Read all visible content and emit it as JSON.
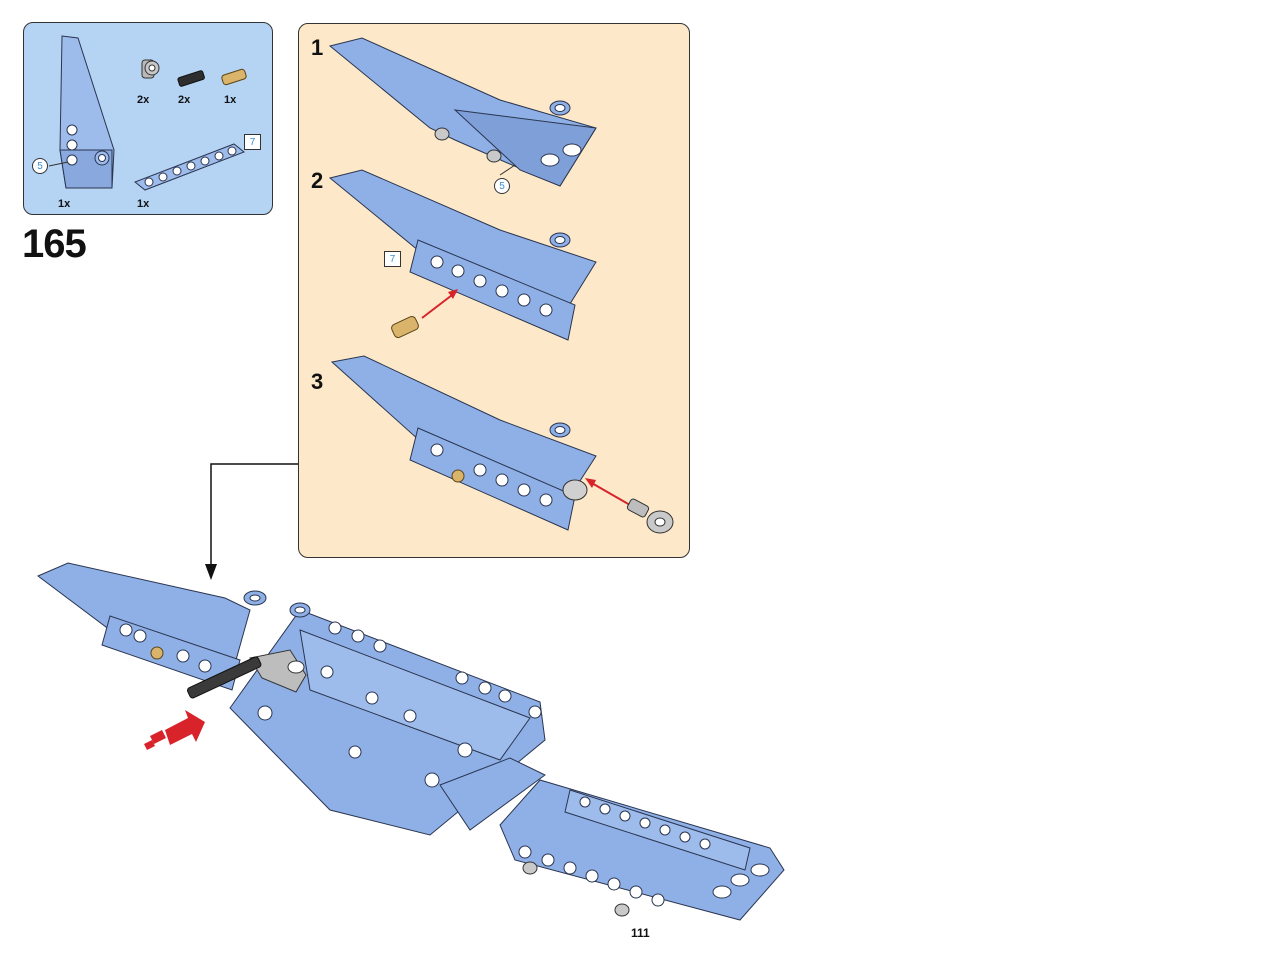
{
  "step": {
    "number": "165"
  },
  "parts_list": {
    "items": [
      {
        "name": "wing-fin-panel",
        "qty": "1x"
      },
      {
        "name": "angle-connector",
        "qty": "2x"
      },
      {
        "name": "friction-pin-black",
        "qty": "2x"
      },
      {
        "name": "pin-tan",
        "qty": "1x"
      },
      {
        "name": "beam-7",
        "qty": "1x"
      }
    ],
    "length_tag": "7",
    "connector_tag": "5"
  },
  "sub_steps": [
    {
      "number": "1",
      "connector_tag": "5"
    },
    {
      "number": "2",
      "length_tag": "7"
    },
    {
      "number": "3"
    }
  ],
  "page": {
    "number": "111"
  },
  "colors": {
    "part_blue": "#8fb0e6",
    "parts_box_bg": "#b5d3f3",
    "substep_bg": "#fde9c9",
    "arrow_red": "#d8232a"
  }
}
